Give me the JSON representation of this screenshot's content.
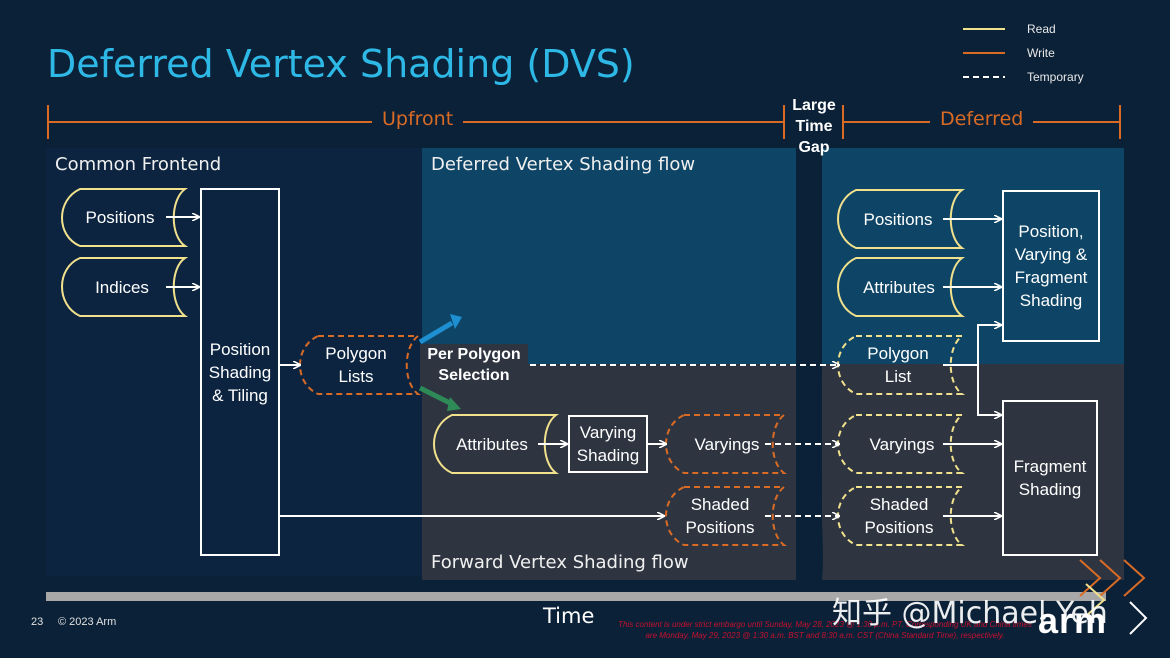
{
  "slide": {
    "title": "Deferred Vertex Shading (DVS)",
    "legend": [
      {
        "label": "Read",
        "style": "solid",
        "color": "#f1e08c"
      },
      {
        "label": "Write",
        "style": "solid",
        "color": "#d96b25"
      },
      {
        "label": "Temporary",
        "style": "dashed",
        "color": "#ffffff"
      }
    ],
    "phases": {
      "upfront": "Upfront",
      "gap": "Large Time Gap",
      "deferred": "Deferred"
    },
    "sections": {
      "common_frontend": "Common Frontend",
      "dvs_flow": "Deferred Vertex Shading flow",
      "forward_flow": "Forward Vertex Shading flow"
    },
    "nodes": {
      "positions_in": "Positions",
      "indices_in": "Indices",
      "position_shading": "Position Shading & Tiling",
      "polygon_lists": "Polygon Lists",
      "per_polygon_selection": "Per Polygon Selection",
      "attributes_fwd": "Attributes",
      "varying_shading": "Varying Shading",
      "varyings_fwd": "Varyings",
      "shaded_positions_fwd": "Shaded Positions",
      "positions_def": "Positions",
      "attributes_def": "Attributes",
      "polygon_list_def": "Polygon List",
      "varyings_def": "Varyings",
      "shaded_positions_def": "Shaded Positions",
      "pvf_shading": "Position, Varying & Fragment Shading",
      "fragment_shading": "Fragment Shading"
    },
    "time_label": "Time",
    "footer": {
      "page": "23",
      "copyright": "© 2023 Arm",
      "embargo": "This content is under strict embargo until Sunday, May 28, 2023 @ 1:30 p.m. PT. Corresponding UK and China times are Monday, May 29, 2023 @ 1:30 a.m. BST and 8:30 a.m. CST (China Standard Time), respectively.",
      "brand": "arm"
    },
    "watermark": "知乎 @Michael Yeh",
    "colors": {
      "background": "#0b2138",
      "title": "#2eb8e6",
      "phase": "#d96b25",
      "read": "#f1e08c",
      "write": "#d96b25",
      "dvs_panel": "#0e4566",
      "forward_panel": "#2e3540",
      "arrow_blue": "#1e8fd0",
      "arrow_green": "#2e8b57"
    }
  }
}
